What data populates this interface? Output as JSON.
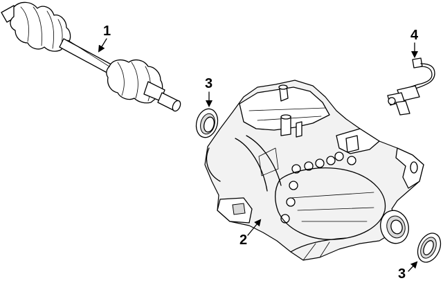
{
  "callouts": [
    {
      "number": "1",
      "part": "axle-shaft"
    },
    {
      "number": "2",
      "part": "differential-assembly"
    },
    {
      "number": "3",
      "part": "axle-seal-left"
    },
    {
      "number": "3",
      "part": "axle-seal-right"
    },
    {
      "number": "4",
      "part": "speed-sensor"
    }
  ]
}
